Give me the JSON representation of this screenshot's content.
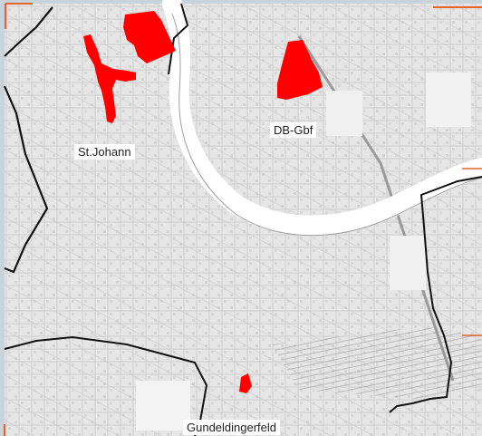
{
  "map": {
    "labels": {
      "st_johann": "St.Johann",
      "db_gbf": "DB-Gbf",
      "gundeldingerfeld": "Gundeldingerfeld"
    },
    "colors": {
      "highlight_area": "#ff0000",
      "boundary_line": "#111111",
      "frame_background": "#c9d3dc",
      "map_base": "#e4e4e4",
      "river": "#ffffff",
      "corner_marker": "#e8632a"
    },
    "highlighted_areas": [
      "st-johann-area",
      "st-johann-block",
      "db-gbf-area",
      "gundeldingerfeld-area"
    ]
  }
}
